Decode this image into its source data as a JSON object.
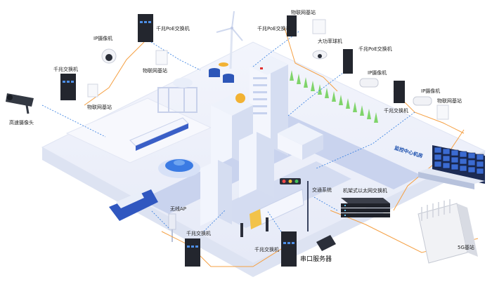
{
  "labels": {
    "ip_camera_left": "IP摄像机",
    "iot_base_station_left": "物联网基站",
    "gigabit_poe_switch_top": "千兆PoE交换机",
    "iot_base_station_top": "物联网基站",
    "gigabit_poe_switch_top_right": "千兆PoE交换机",
    "dome_camera": "大功率球机",
    "gigabit_poe_switch_right": "千兆PoE交换机",
    "ip_camera_right_1": "IP摄像机",
    "ip_camera_right_2": "IP摄像机",
    "iot_base_station_right": "物联网基站",
    "gigabit_switch_right": "千兆交换机",
    "gigabit_switch_left": "千兆交换机",
    "iot_base_station_mid_left": "物联网基站",
    "speed_camera": "高速摄像头",
    "wireless_ap": "无线AP",
    "gigabit_switch_bottom_left": "千兆交换机",
    "gigabit_switch_bottom": "千兆交换机",
    "serial_server": "串口服务器",
    "traffic_system": "交通系统",
    "rack_switch": "机架式以太网交换机",
    "monitoring_center": "监控中心机房",
    "base_station_5g": "5G基站"
  },
  "colors": {
    "accent_blue": "#2f7be0",
    "orange_line": "#f5a043",
    "ground": "#eef1fa",
    "road": "#c9d3ee",
    "building": "#e6ecf8",
    "tree": "#7fd46a"
  }
}
